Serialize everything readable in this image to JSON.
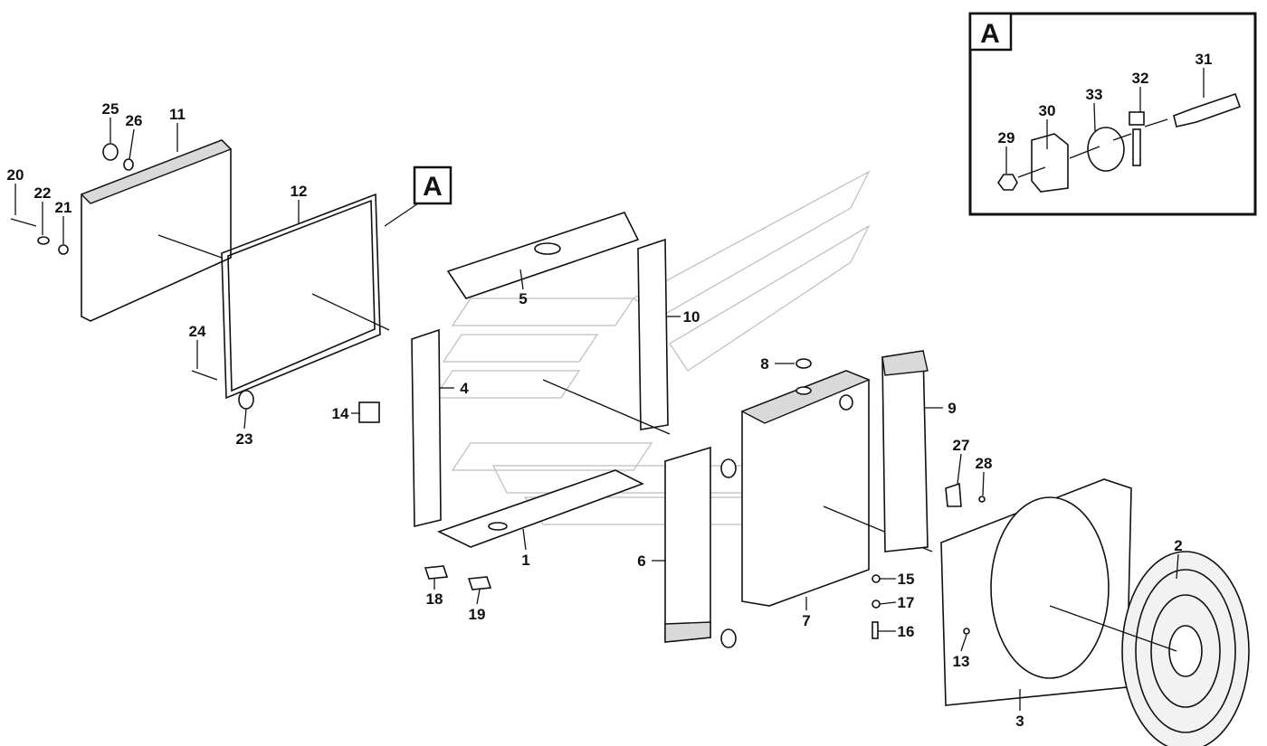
{
  "detail_marker": "A",
  "inset": {
    "title": "A",
    "labels": {
      "p29": "29",
      "p30": "30",
      "p31": "31",
      "p32": "32",
      "p33": "33"
    }
  },
  "labels": {
    "p1": "1",
    "p2": "2",
    "p3": "3",
    "p4": "4",
    "p5": "5",
    "p6": "6",
    "p7": "7",
    "p8": "8",
    "p9": "9",
    "p10": "10",
    "p11": "11",
    "p12": "12",
    "p13": "13",
    "p14": "14",
    "p15": "15",
    "p16": "16",
    "p17": "17",
    "p18": "18",
    "p19": "19",
    "p20": "20",
    "p21": "21",
    "p22": "22",
    "p23": "23",
    "p24": "24",
    "p25": "25",
    "p26": "26",
    "p27": "27",
    "p28": "28"
  }
}
